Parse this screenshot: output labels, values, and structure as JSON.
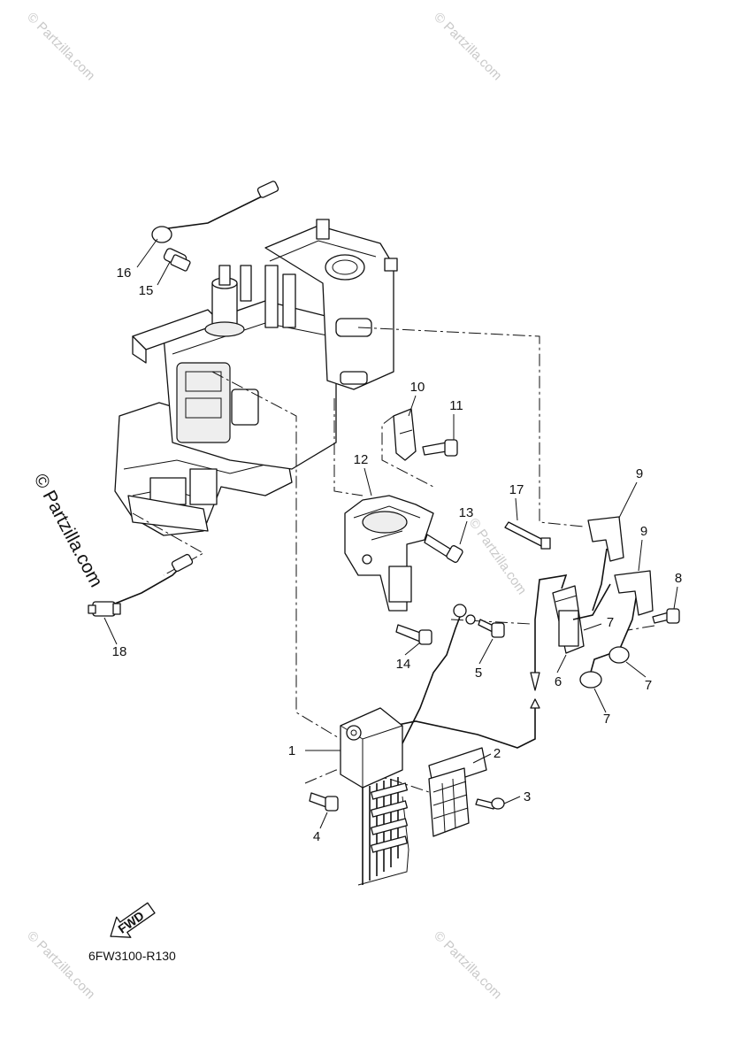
{
  "diagram_code": "6FW3100-R130",
  "fwd_arrow_label": "FWD",
  "watermark": {
    "small_text": "© Partzilla.com",
    "large_text": "© Partzilla.com"
  },
  "callouts": {
    "c1": "1",
    "c2": "2",
    "c3": "3",
    "c4": "4",
    "c5": "5",
    "c6": "6",
    "c7a": "7",
    "c7b": "7",
    "c7c": "7",
    "c8": "8",
    "c9a": "9",
    "c9b": "9",
    "c10": "10",
    "c11": "11",
    "c12": "12",
    "c13": "13",
    "c14": "14",
    "c15": "15",
    "c16": "16",
    "c17": "17",
    "c18": "18"
  }
}
